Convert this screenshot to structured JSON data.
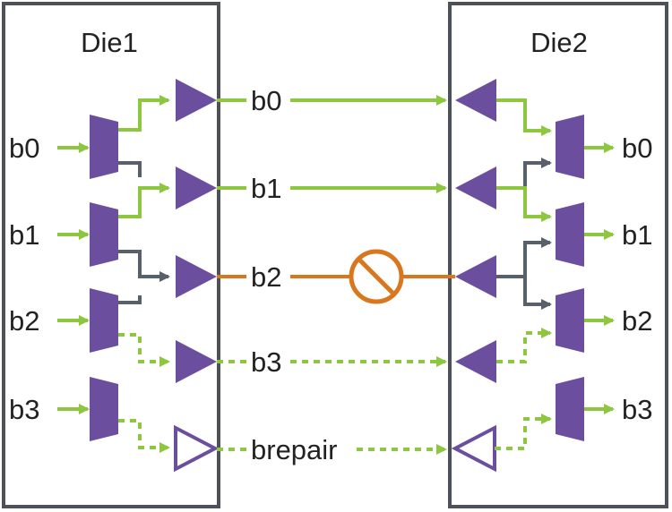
{
  "dies": [
    {
      "label": "Die1"
    },
    {
      "label": "Die2"
    }
  ],
  "die1_inputs": [
    "b0",
    "b1",
    "b2",
    "b3"
  ],
  "die2_outputs": [
    "b0",
    "b1",
    "b2",
    "b3"
  ],
  "lanes": [
    {
      "label": "b0",
      "state": "active"
    },
    {
      "label": "b1",
      "state": "active"
    },
    {
      "label": "b2",
      "state": "faulty"
    },
    {
      "label": "b3",
      "state": "standby"
    },
    {
      "label": "brepair",
      "state": "spare"
    }
  ],
  "colors": {
    "active": "#8dc63f",
    "faulty": "#d9771f",
    "mux": "#6b4f9e",
    "steer": "#58606b",
    "die_border": "#4d525a",
    "text": "#222222"
  },
  "icons": {
    "fault": "prohibited-icon",
    "buffer": "triangle-buffer-icon",
    "mux": "mux-trapezoid-icon"
  }
}
